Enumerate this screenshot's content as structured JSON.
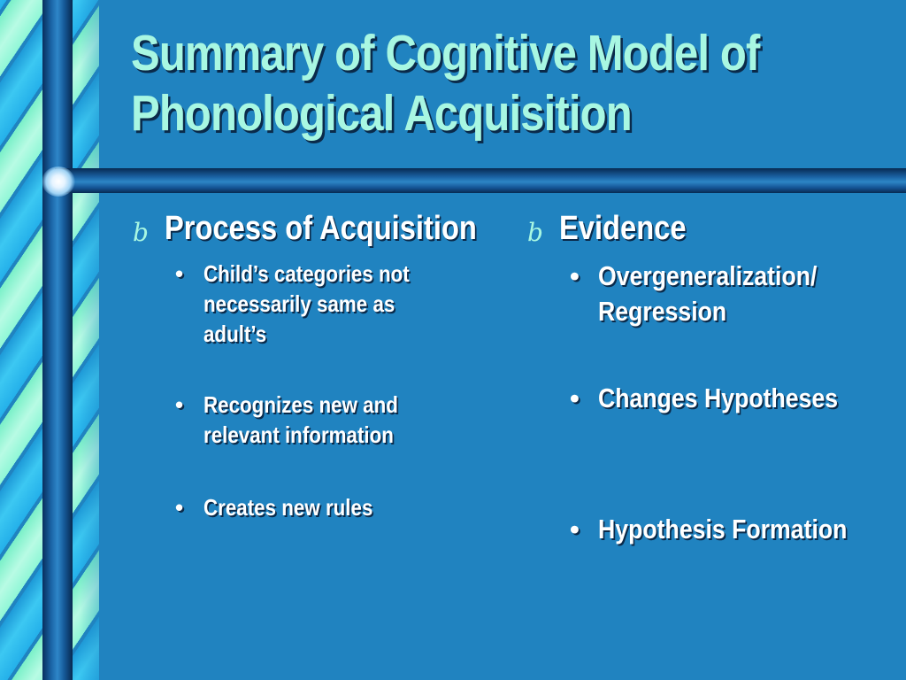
{
  "slide": {
    "title": "Summary of Cognitive Model of Phonological Acquisition",
    "left_column": {
      "heading": "Process of Acquisition",
      "heading_icon": "b",
      "bullets": [
        "Child’s categories not necessarily same as adult’s",
        "Recognizes new and relevant information",
        "Creates new rules"
      ]
    },
    "right_column": {
      "heading": "Evidence",
      "heading_icon": "b",
      "bullets": [
        "Overgeneralization/ Regression",
        "Changes Hypotheses",
        "Hypothesis Formation"
      ]
    },
    "bullet_char": "•",
    "colors": {
      "background": "#2083c0",
      "title": "#a8f7e2",
      "text": "#ffffff",
      "stripe_cyan": "#24b0ea",
      "stripe_mint": "#8ff7d6",
      "bar_dark": "#072a52"
    }
  }
}
